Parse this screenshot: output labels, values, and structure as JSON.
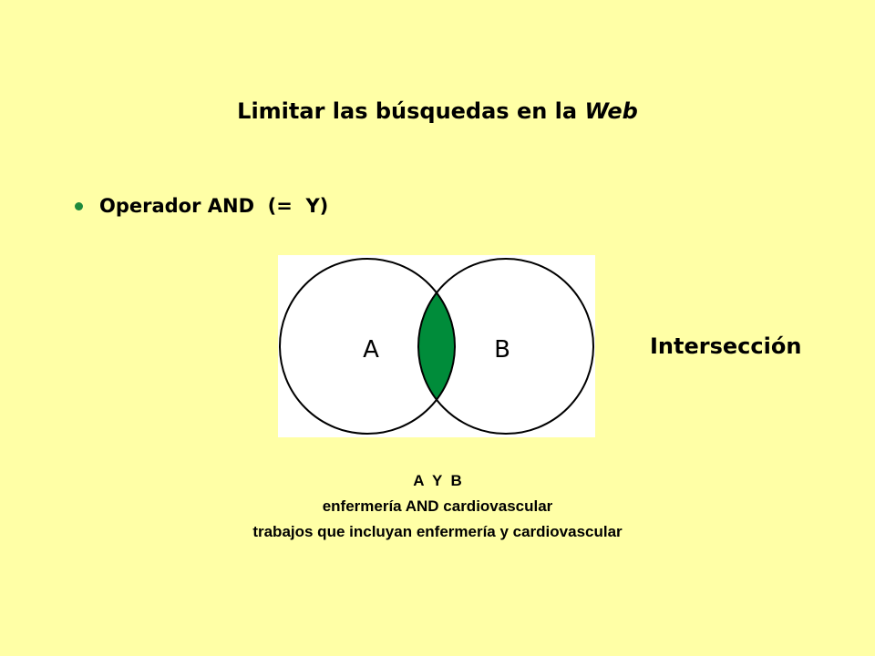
{
  "slide": {
    "title_main": "Limitar las búsquedas en la ",
    "title_italic": "Web",
    "bullet_text": "Operador AND  (=  Y)",
    "diagram": {
      "set_a_label": "A",
      "set_b_label": "B",
      "side_label": "Intersección"
    },
    "captions": {
      "line1": "A  Y  B",
      "line2": "enfermería AND cardiovascular",
      "line3": "trabajos que incluyan enfermería y cardiovascular"
    },
    "colors": {
      "background": "#FFFFA6",
      "intersection_fill": "#008C3A",
      "bullet": "#1E8A3C"
    }
  }
}
